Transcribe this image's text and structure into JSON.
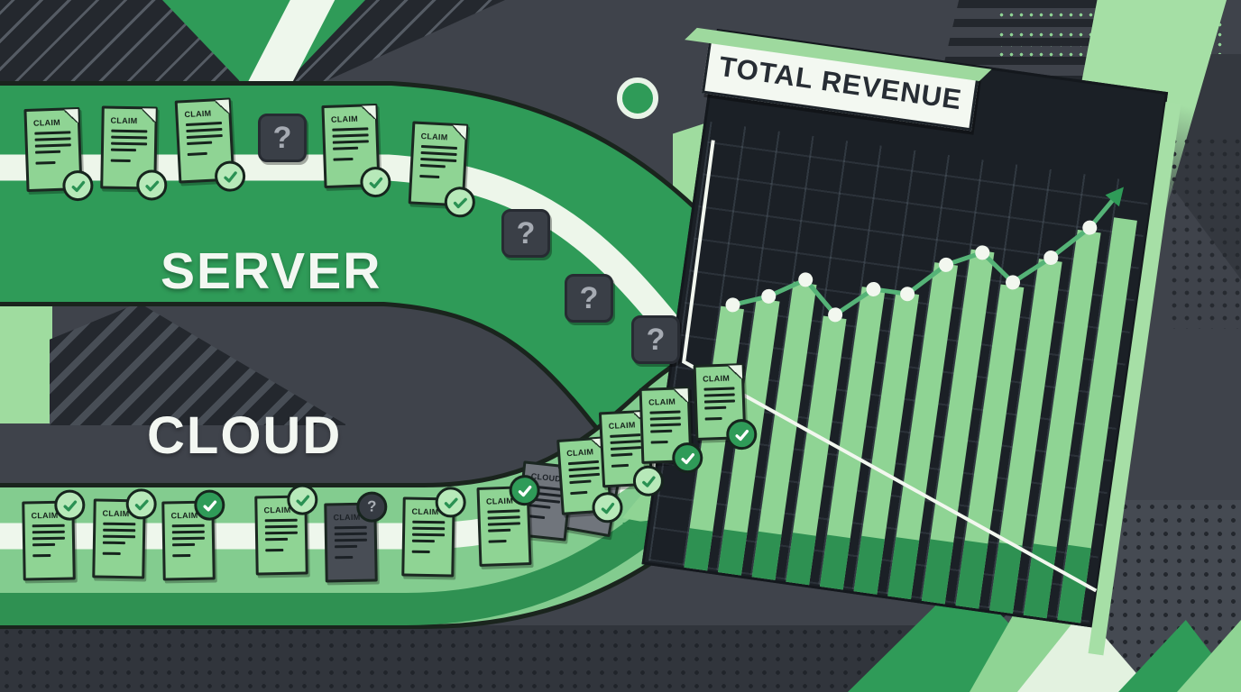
{
  "scene": {
    "server_label": "SERVER",
    "cloud_label": "CLOUD",
    "question_glyph": "?",
    "check_icon": "check-icon"
  },
  "colors": {
    "background": "#3f434b",
    "path_green": "#2f9b58",
    "path_light_green": "#83cc8f",
    "stripe_white": "#edf6ea",
    "doc_green": "#8fd494",
    "doc_dark": "#484d55",
    "doc_gray": "#70757c",
    "check_light_bg": "#b7e9b9",
    "check_solid_bg": "#2f9b58",
    "panel_dark": "#1b2026",
    "panel_edge_green": "#a6dfa6"
  },
  "chart_data": {
    "type": "bar+line",
    "title": "TOTAL REVENUE",
    "categories": [],
    "bar_values": [
      61,
      64,
      69,
      62,
      70,
      70,
      78,
      82,
      75,
      82,
      90,
      94
    ],
    "line_values": [
      63,
      66,
      71,
      64,
      71,
      71,
      79,
      83,
      77,
      84,
      92
    ],
    "trend_arrow_value": 101,
    "ylim": [
      0,
      100
    ],
    "axis_labels_visible": false,
    "grid": true,
    "legend": "none",
    "bar_color_top": "#8fd494",
    "bar_color_bottom": "#2e9152",
    "line_color": "#55b377",
    "marker_color": "#f2f7ef",
    "axis_color": "#f2f7ef",
    "background": "#1b2026"
  },
  "docs": {
    "server": [
      {
        "label": "CLAIM",
        "variant": "green",
        "status": "approved-light"
      },
      {
        "label": "CLAIM",
        "variant": "green",
        "status": "approved-light"
      },
      {
        "label": "CLAIM",
        "variant": "green",
        "status": "approved-light"
      },
      {
        "label": "CLAIM",
        "variant": "green",
        "status": "approved-light"
      },
      {
        "label": "CLAIM",
        "variant": "green",
        "status": "approved-light"
      }
    ],
    "cloud": [
      {
        "label": "CLAIM",
        "variant": "green",
        "status": "approved-light"
      },
      {
        "label": "CLAIM",
        "variant": "green",
        "status": "approved-light"
      },
      {
        "label": "CLAIM",
        "variant": "green",
        "status": "approved-solid"
      },
      {
        "label": "CLAIM",
        "variant": "green",
        "status": "approved-light"
      },
      {
        "label": "CLAIM",
        "variant": "dark",
        "status": "unknown"
      },
      {
        "label": "CLAIM",
        "variant": "green",
        "status": "approved-light"
      },
      {
        "label": "CLAIM",
        "variant": "green",
        "status": "approved-solid"
      }
    ],
    "gray": [
      {
        "label": "CLOUD",
        "variant": "gray",
        "status": "none"
      },
      {
        "label": "CLOUD",
        "variant": "gray",
        "status": "none"
      }
    ],
    "merge": [
      {
        "label": "CLAIM",
        "variant": "green",
        "status": "approved-light"
      },
      {
        "label": "CLAIM",
        "variant": "green",
        "status": "approved-light"
      },
      {
        "label": "CLAIM",
        "variant": "green",
        "status": "approved-solid"
      },
      {
        "label": "CLAIM",
        "variant": "green",
        "status": "approved-solid"
      }
    ]
  },
  "question_tiles": [
    {
      "glyph": "?"
    },
    {
      "glyph": "?"
    },
    {
      "glyph": "?"
    },
    {
      "glyph": "?"
    }
  ]
}
